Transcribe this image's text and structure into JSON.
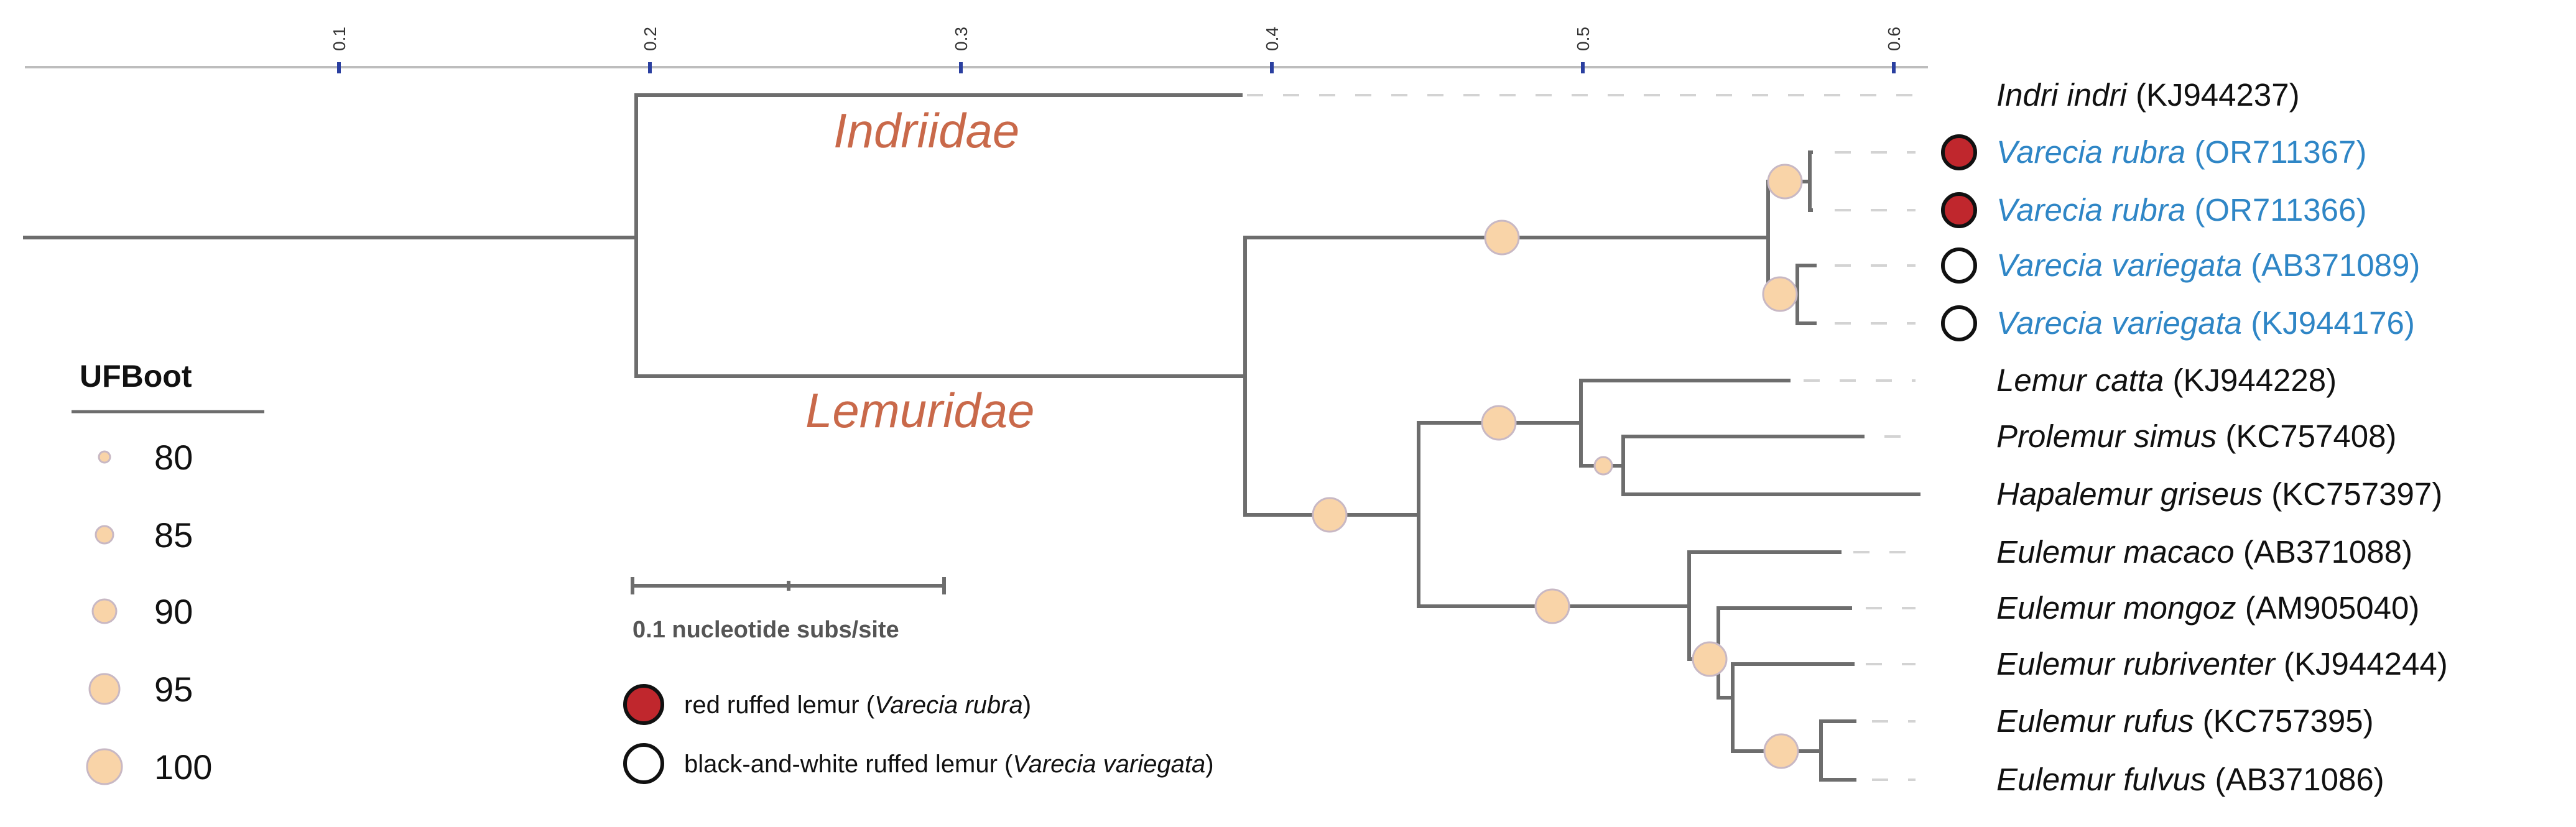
{
  "axis": {
    "ticks": [
      "0.1",
      "0.2",
      "0.3",
      "0.4",
      "0.5",
      "0.6"
    ],
    "tick_values": [
      0.1,
      0.2,
      0.3,
      0.4,
      0.5,
      0.6
    ]
  },
  "families": [
    "Indriidae",
    "Lemuridae"
  ],
  "taxa": [
    {
      "genus_species": "Indri indri",
      "accession": "(KJ944237)",
      "highlight": false,
      "marker": "none"
    },
    {
      "genus_species": "Varecia rubra",
      "accession": "(OR711367)",
      "highlight": true,
      "marker": "filled"
    },
    {
      "genus_species": "Varecia rubra",
      "accession": "(OR711366)",
      "highlight": true,
      "marker": "filled"
    },
    {
      "genus_species": "Varecia variegata",
      "accession": "(AB371089)",
      "highlight": true,
      "marker": "open"
    },
    {
      "genus_species": "Varecia variegata",
      "accession": "(KJ944176)",
      "highlight": true,
      "marker": "open"
    },
    {
      "genus_species": "Lemur catta",
      "accession": "(KJ944228)",
      "highlight": false,
      "marker": "none"
    },
    {
      "genus_species": "Prolemur simus",
      "accession": "(KC757408)",
      "highlight": false,
      "marker": "none"
    },
    {
      "genus_species": "Hapalemur griseus",
      "accession": "(KC757397)",
      "highlight": false,
      "marker": "none"
    },
    {
      "genus_species": "Eulemur macaco",
      "accession": "(AB371088)",
      "highlight": false,
      "marker": "none"
    },
    {
      "genus_species": "Eulemur mongoz",
      "accession": "(AM905040)",
      "highlight": false,
      "marker": "none"
    },
    {
      "genus_species": "Eulemur rubriventer",
      "accession": "(KJ944244)",
      "highlight": false,
      "marker": "none"
    },
    {
      "genus_species": "Eulemur rufus",
      "accession": "(KC757395)",
      "highlight": false,
      "marker": "none"
    },
    {
      "genus_species": "Eulemur fulvus",
      "accession": "(AB371086)",
      "highlight": false,
      "marker": "none"
    }
  ],
  "legend": {
    "title": "UFBoot",
    "values": [
      "80",
      "85",
      "90",
      "95",
      "100"
    ]
  },
  "scale_bar": {
    "label": "0.1 nucleotide subs/site"
  },
  "key": [
    {
      "text": "red ruffed lemur (",
      "italic": "Varecia rubra",
      "close": ")",
      "marker": "filled"
    },
    {
      "text": "black-and-white ruffed lemur (",
      "italic": "Varecia variegata",
      "close": ")",
      "marker": "open"
    }
  ],
  "colors": {
    "branch": "#6d6d6d",
    "highlight_text": "#2f86c6",
    "family_label": "#c9694a",
    "node_fill": "#f9d4a8",
    "node_stroke": "#c8b8c4",
    "red_marker": "#c0272d",
    "axis_tick": "#2a3fa0"
  }
}
